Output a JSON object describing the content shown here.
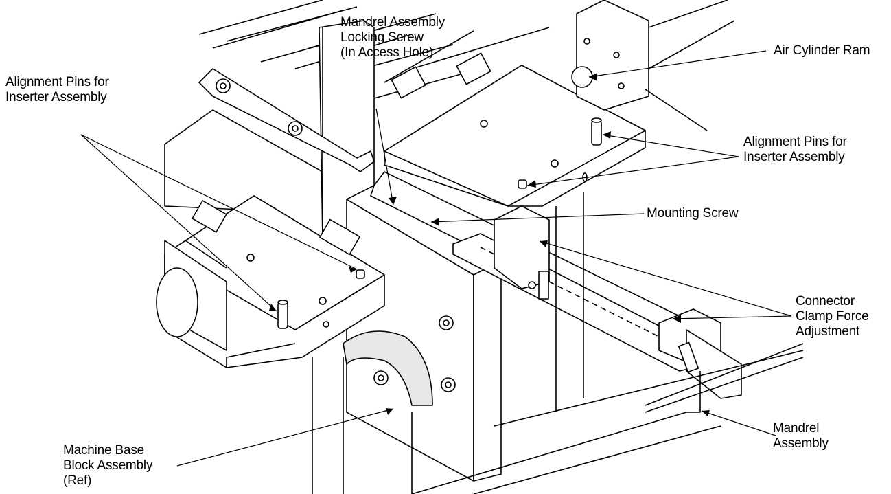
{
  "diagram": {
    "labels": [
      {
        "id": "mandrel-locking-screw",
        "text": "Mandrel Assembly\nLocking Screw\n(In Access Hole)"
      },
      {
        "id": "air-cylinder-ram",
        "text": "Air Cylinder Ram"
      },
      {
        "id": "alignment-pins-left",
        "text": "Alignment Pins for\nInserter Assembly"
      },
      {
        "id": "alignment-pins-right",
        "text": "Alignment Pins for\nInserter Assembly"
      },
      {
        "id": "mounting-screw",
        "text": "Mounting Screw"
      },
      {
        "id": "connector-clamp",
        "text": "Connector\nClamp Force\nAdjustment"
      },
      {
        "id": "machine-base",
        "text": "Machine Base\nBlock Assembly\n(Ref)"
      },
      {
        "id": "mandrel-assembly",
        "text": "Mandrel\nAssembly"
      }
    ],
    "colors": {
      "ink": "#000000",
      "paper": "#ffffff",
      "shade": "#d9d9d9"
    }
  }
}
